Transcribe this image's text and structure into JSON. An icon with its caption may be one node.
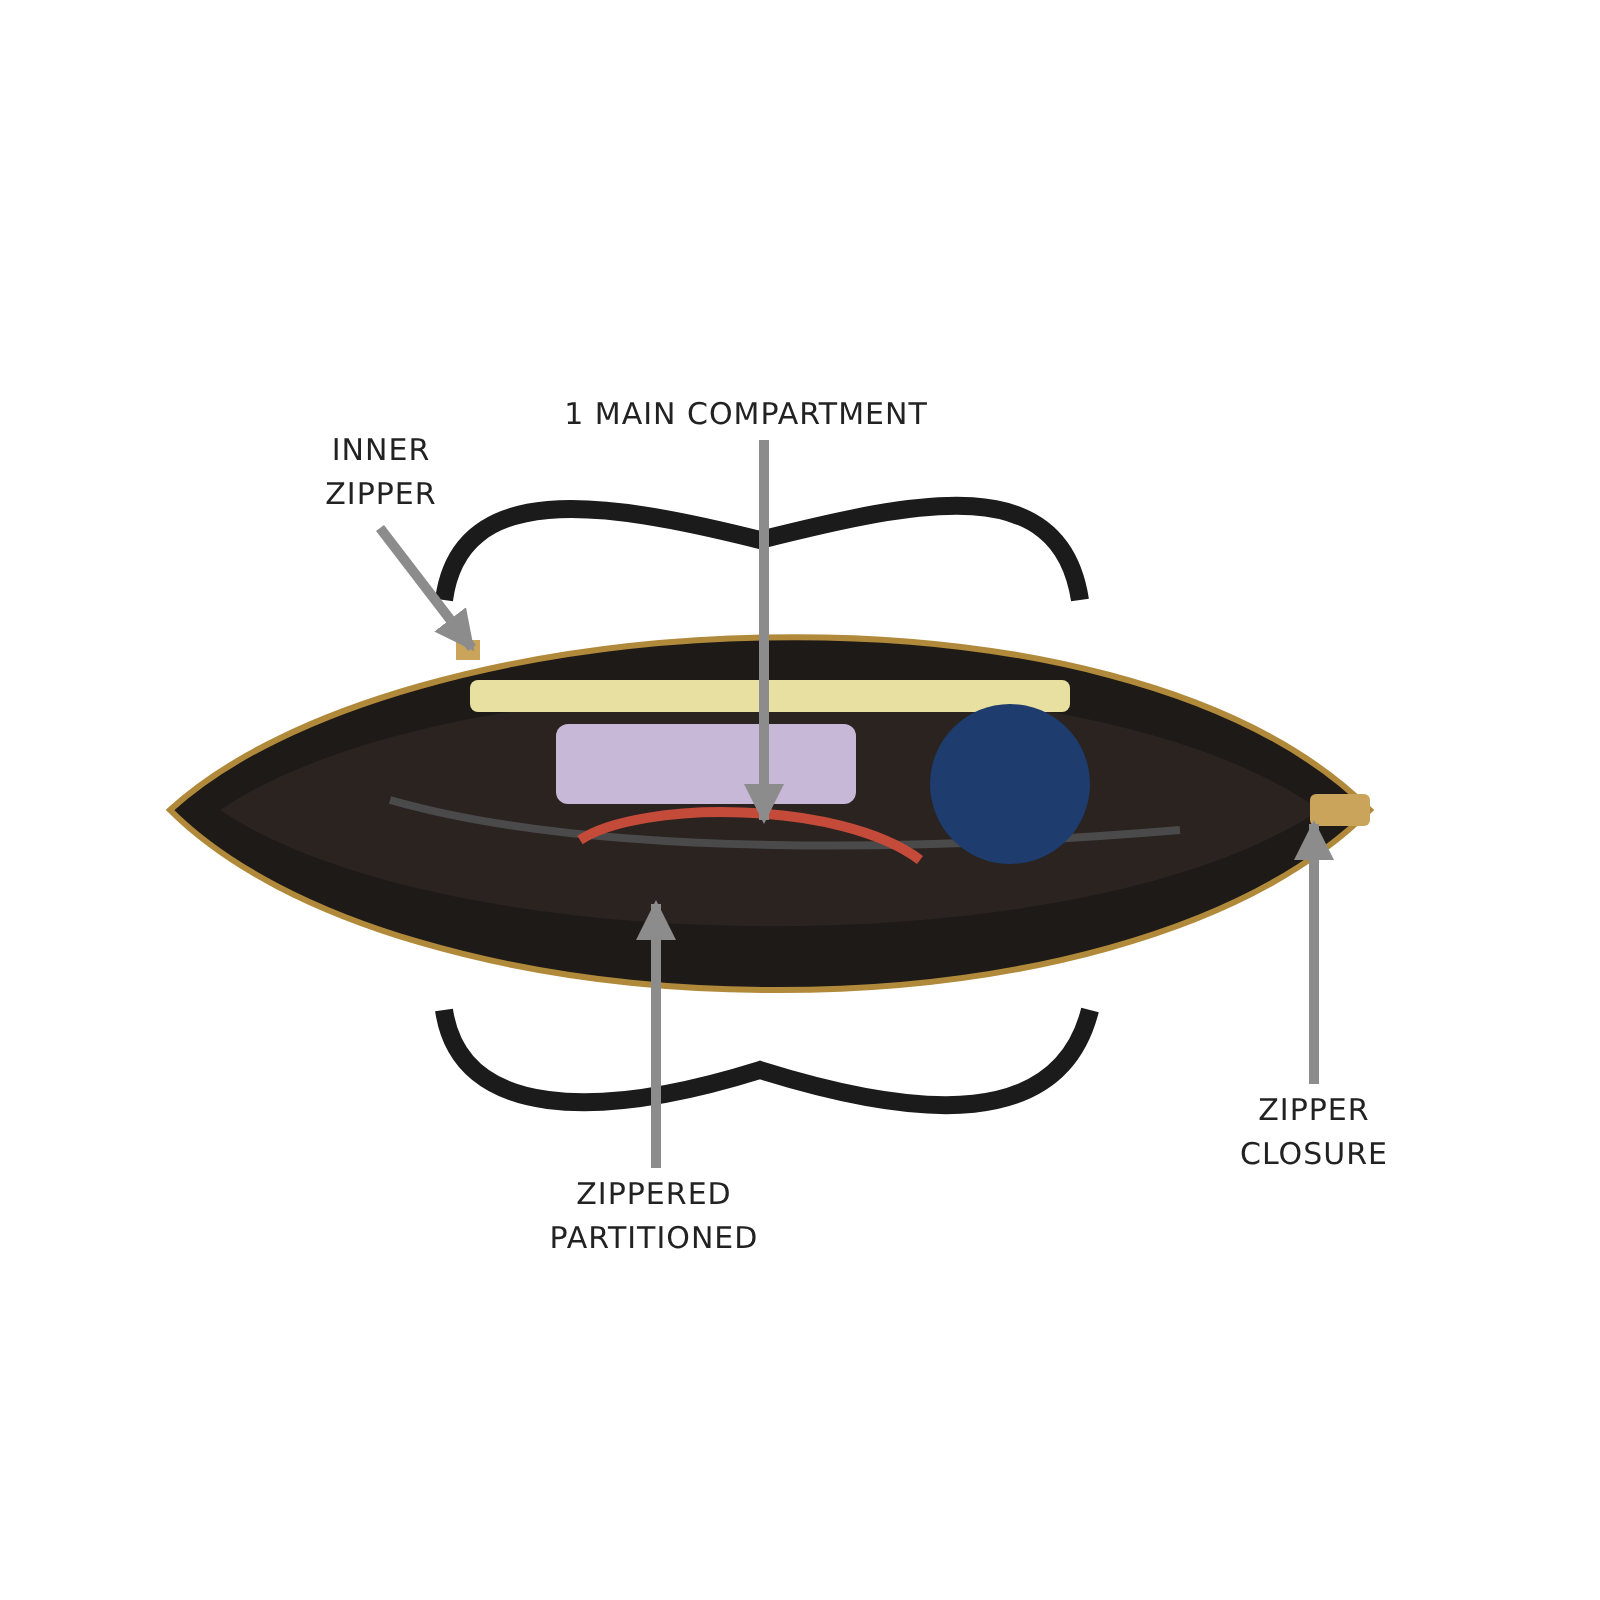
{
  "diagram": {
    "nodes": [
      {
        "text": [
          "INNER ZIPPER"
        ]
      },
      {
        "text": [
          "1 MAIN COMPARTMENT"
        ]
      },
      {
        "text": [
          "ZIPPERED PARTITIONED"
        ]
      },
      {
        "text": [
          "ZIPPER CLOSURE"
        ]
      }
    ],
    "edges": [
      {
        "from": 0,
        "to": null,
        "arrow": "to"
      },
      {
        "from": 1,
        "to": null,
        "arrow": "to"
      },
      {
        "from": 2,
        "to": null,
        "arrow": "to"
      },
      {
        "from": 3,
        "to": null,
        "arrow": "to"
      }
    ]
  }
}
